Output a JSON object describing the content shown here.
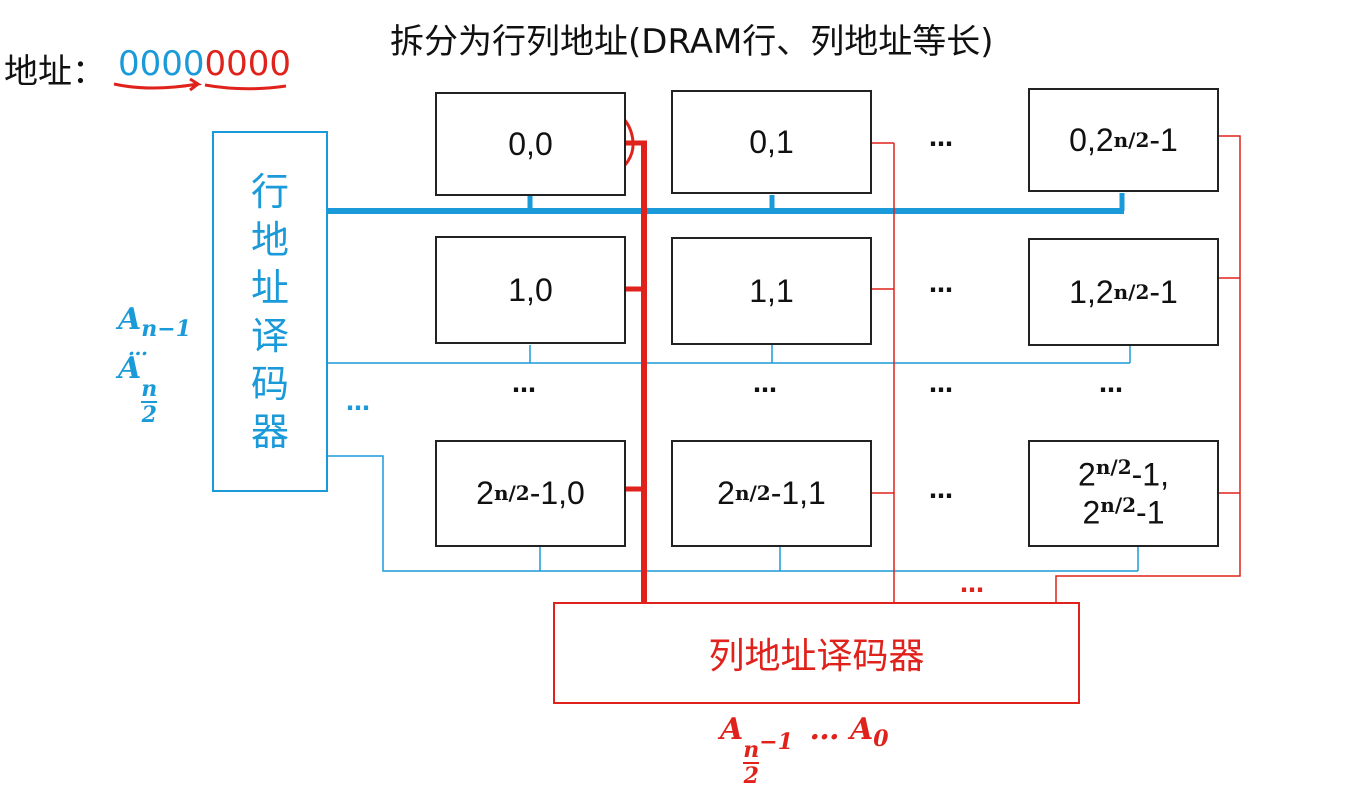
{
  "title": "拆分为行列地址(DRAM行、列地址等长)",
  "address": {
    "label": "地址：",
    "row_bits": "0000",
    "col_bits": "0000"
  },
  "cells": {
    "r0c0": "0,0",
    "r0c1": "0,1",
    "r0cN": {
      "base": "0,2",
      "sup": "n/2",
      "tail": "-1"
    },
    "r1c0": "1,0",
    "r1c1": "1,1",
    "r1cN": {
      "base": "1,2",
      "sup": "n/2",
      "tail": "-1"
    },
    "rNc0": {
      "base": "2",
      "sup": "n/2",
      "tail": "-1,0"
    },
    "rNc1": {
      "base": "2",
      "sup": "n/2",
      "tail": "-1,1"
    },
    "rNcN": {
      "line1_base": "2",
      "line1_sup": "n/2",
      "line1_tail": "-1,",
      "line2_base": "2",
      "line2_sup": "n/2",
      "line2_tail": "-1"
    }
  },
  "ellipsis": "…",
  "row_decoder": {
    "chars": [
      "行",
      "地",
      "址",
      "译",
      "码",
      "器"
    ]
  },
  "col_decoder": {
    "label": "列地址译码器"
  },
  "row_address_range": {
    "top_var": "A",
    "top_sub": "n−1",
    "dots": "…",
    "bottom_var": "A",
    "bottom_num": "n",
    "bottom_den": "2"
  },
  "col_address_range": {
    "var": "A",
    "num": "n",
    "den": "2",
    "sub_tail": "−1",
    "dots": "…",
    "last_var": "A",
    "last_sub": "0"
  },
  "colors": {
    "row": "#1a9ad9",
    "col": "#e0221c",
    "cell_border": "#222222"
  }
}
